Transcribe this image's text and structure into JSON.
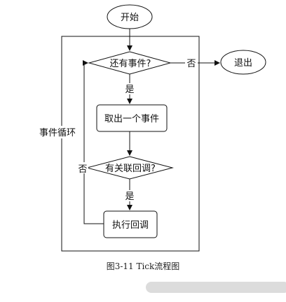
{
  "diagram": {
    "start": "开始",
    "loop_label": "事件循环",
    "decision_has_event": "还有事件?",
    "exit": "退出",
    "take_event": "取出一个事件",
    "decision_has_callback": "有关联回调?",
    "execute_callback": "执行回调",
    "yes": "是",
    "no": "否"
  },
  "caption": "图3-11    Tick流程图"
}
